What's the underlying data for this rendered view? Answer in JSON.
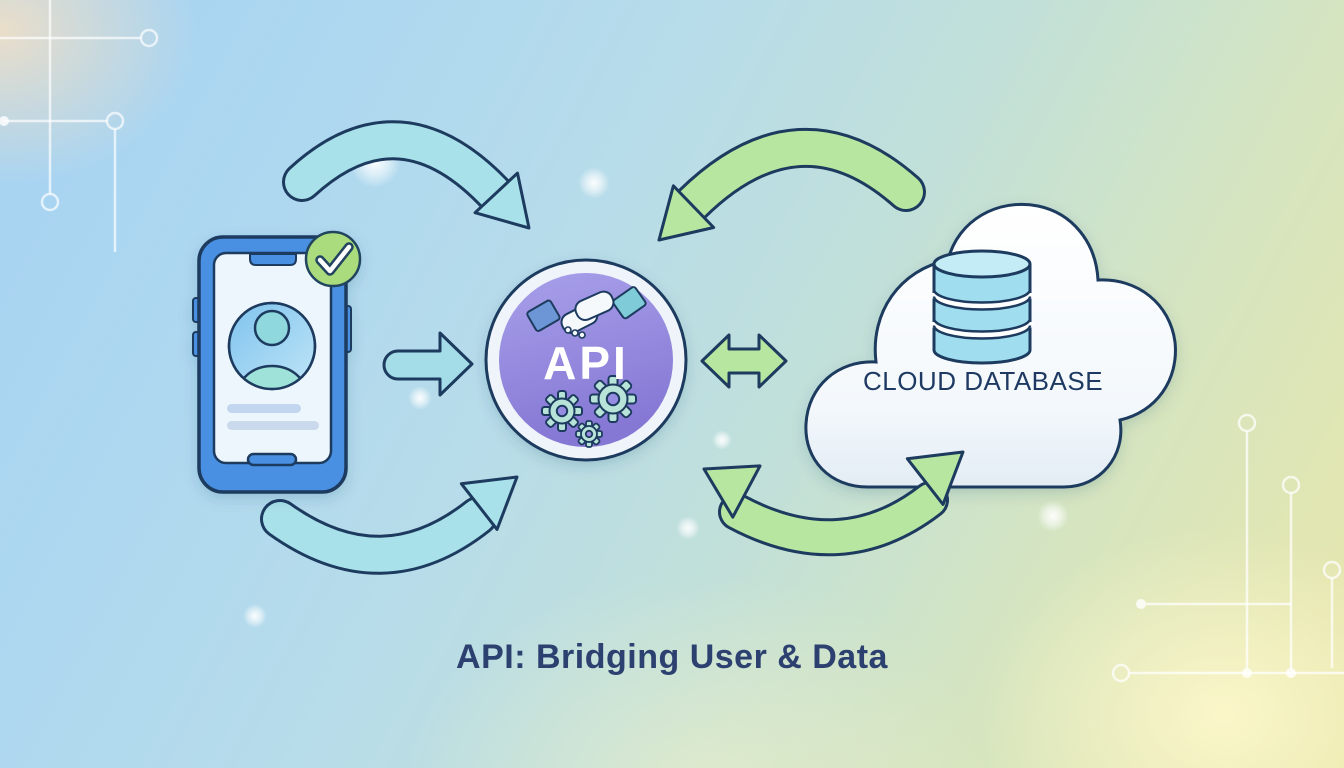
{
  "title": "API: Bridging User & Data",
  "nodes": {
    "phone": {
      "description": "User smartphone showing a profile screen",
      "icon": "user-avatar-icon",
      "badge_icon": "check-circle-icon"
    },
    "api": {
      "label": "API",
      "top_icon": "handshake-icon",
      "bottom_icon": "gears-icon"
    },
    "cloud": {
      "label": "CLOUD DATABASE",
      "icon": "database-cylinder-icon"
    }
  },
  "connections": [
    {
      "from": "phone",
      "to": "api",
      "style": "curved",
      "color": "blue",
      "position": "top-left"
    },
    {
      "from": "phone",
      "to": "api",
      "style": "straight",
      "color": "blue",
      "position": "middle-left"
    },
    {
      "from": "phone",
      "to": "api",
      "style": "curved",
      "color": "blue",
      "position": "bottom-left"
    },
    {
      "from": "cloud",
      "to": "api",
      "style": "curved",
      "color": "green",
      "position": "top-right"
    },
    {
      "from": "api",
      "to": "cloud",
      "style": "double-headed-straight",
      "color": "green",
      "position": "middle-right"
    },
    {
      "from": "api",
      "to": "cloud",
      "style": "double-headed-curved",
      "color": "green",
      "position": "bottom-right"
    }
  ],
  "colors": {
    "outline_navy": "#1d3a5f",
    "arrow_blue": "#a9e1ea",
    "arrow_green": "#b7e6a1",
    "api_purple": "#9289dd",
    "phone_blue": "#4a90e2",
    "badge_green": "#aadc7d",
    "database_cyan": "#a0ddef",
    "title_text": "#2c4170"
  }
}
